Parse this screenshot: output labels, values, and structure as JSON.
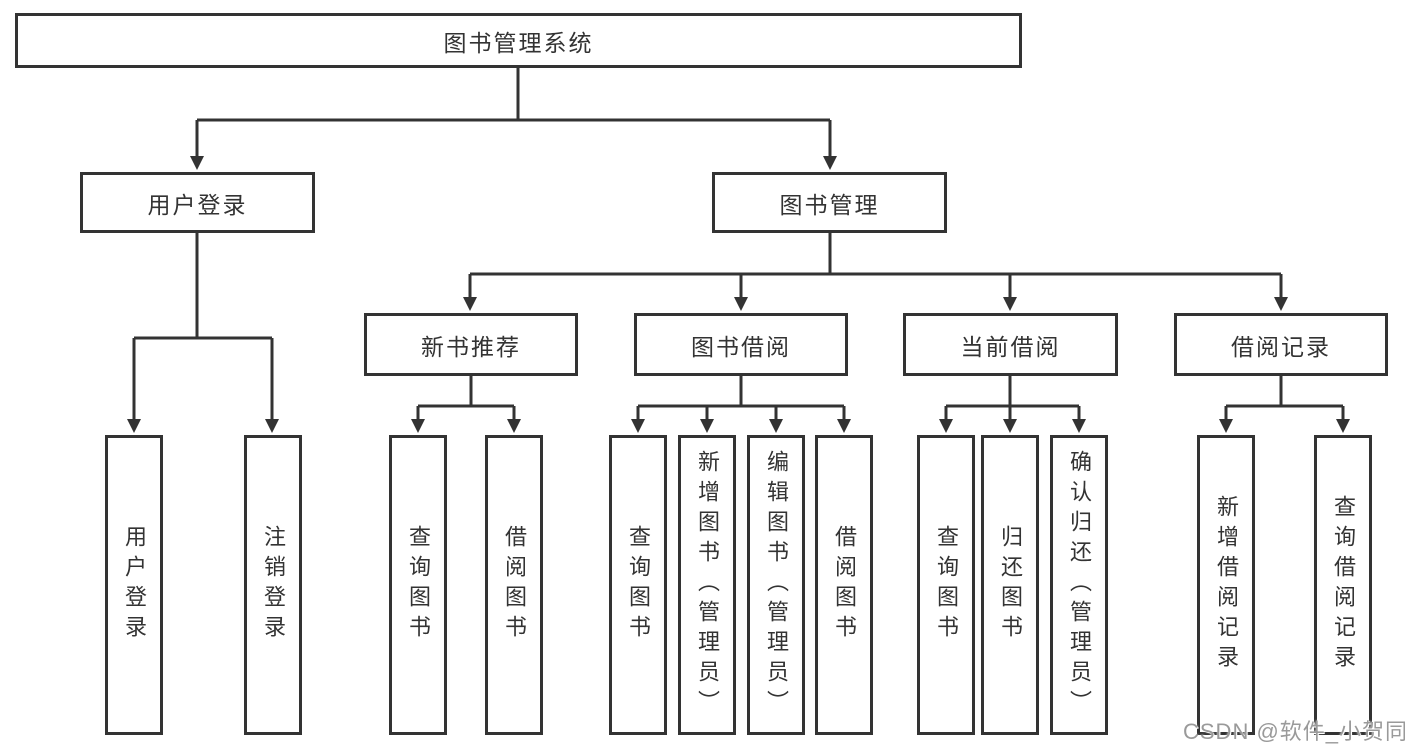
{
  "diagram_title": "图书管理系统",
  "tree": {
    "root": {
      "label": "图书管理系统",
      "children": [
        {
          "label": "用户登录",
          "children": [
            {
              "label": "用户登录"
            },
            {
              "label": "注销登录"
            }
          ]
        },
        {
          "label": "图书管理",
          "children": [
            {
              "label": "新书推荐",
              "children": [
                {
                  "label": "查询图书"
                },
                {
                  "label": "借阅图书"
                }
              ]
            },
            {
              "label": "图书借阅",
              "children": [
                {
                  "label": "查询图书"
                },
                {
                  "label": "新增图书（管理员）"
                },
                {
                  "label": "编辑图书（管理员）"
                },
                {
                  "label": "借阅图书"
                }
              ]
            },
            {
              "label": "当前借阅",
              "children": [
                {
                  "label": "查询图书"
                },
                {
                  "label": "归还图书"
                },
                {
                  "label": "确认归还（管理员）"
                }
              ]
            },
            {
              "label": "借阅记录",
              "children": [
                {
                  "label": "新增借阅记录"
                },
                {
                  "label": "查询借阅记录"
                }
              ]
            }
          ]
        }
      ]
    }
  },
  "watermark": {
    "text": "CSDN @软件_小贺同学"
  },
  "colors": {
    "line": "#333333",
    "box_border": "#333333",
    "box_fill": "#ffffff",
    "text": "#333333",
    "watermark": "#9a9a9a",
    "background": "#ffffff"
  }
}
